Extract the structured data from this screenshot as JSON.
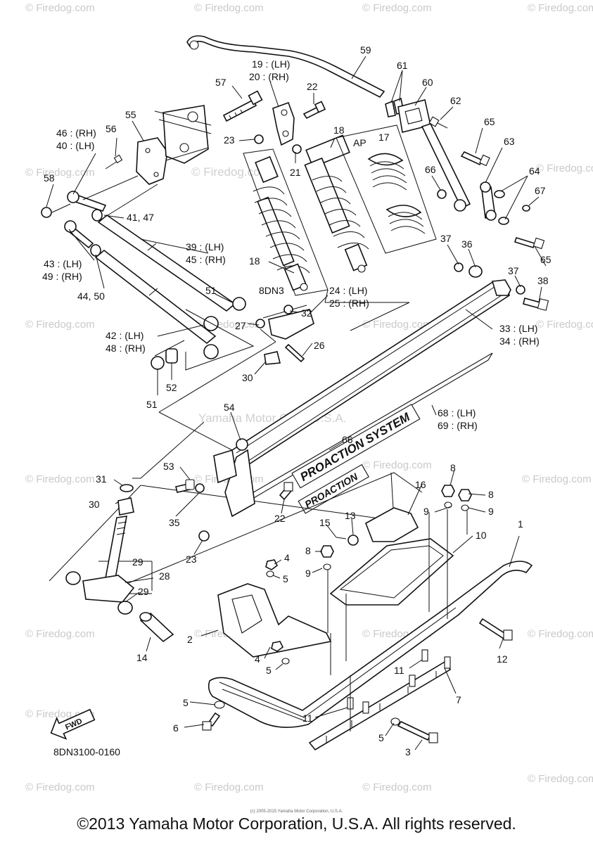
{
  "watermarks": [
    "© Firedog.com",
    "© Firedog.com",
    "© Firedog.com",
    "© Firedog.com",
    "© Firedog.com",
    "© Firedog.com",
    "© Firedog.com",
    "© Firedog.com",
    "© Firedog.com",
    "© Firedog.com",
    "© Firedog.com",
    "© Firedog.com",
    "© Firedog.com",
    "© Firedog.com",
    "© Firedog.com",
    "© Firedog.com",
    "© Firedog.com",
    "© Firedog.com",
    "© Firedog.com",
    "© Firedog.com",
    "© Firedog.com",
    "© Firedog.com",
    "© Firedog.com",
    "© Firedog.com"
  ],
  "center_watermark": "Yamaha Motor Corp. U.S.A.",
  "part_labels": [
    "59",
    "19 : (LH)",
    "20 : (RH)",
    "61",
    "60",
    "62",
    "57",
    "22",
    "18",
    "17",
    "AP",
    "65",
    "63",
    "64",
    "67",
    "66",
    "56",
    "55",
    "46 : (RH)",
    "40 : (LH)",
    "23",
    "21",
    "58",
    "41, 47",
    "39 : (LH)",
    "45 : (RH)",
    "43 : (LH)",
    "49 : (RH)",
    "44, 50",
    "18",
    "8DN3",
    "37",
    "36",
    "37",
    "38",
    "65",
    "51",
    "24 : (LH)",
    "25 : (RH)",
    "32",
    "27",
    "26",
    "33 : (LH)",
    "34 : (RH)",
    "42 : (LH)",
    "48 : (RH)",
    "30",
    "52",
    "51",
    "54",
    "68 : (LH)",
    "69 : (RH)",
    "66",
    "53",
    "31",
    "30",
    "35",
    "22",
    "23",
    "16",
    "8",
    "8",
    "9",
    "9",
    "15",
    "13",
    "10",
    "1",
    "8",
    "9",
    "4",
    "5",
    "29",
    "28",
    "29",
    "2",
    "4",
    "5",
    "14",
    "12",
    "11",
    "7",
    "5",
    "6",
    "11",
    "5",
    "3"
  ],
  "decal_text": "PROACTION SYSTEM",
  "decal_text_2": "PROACTION",
  "fwd_label": "FWD",
  "diagram_code": "8DN3100-0160",
  "tiny_notice": "(c) 2005-2015 Yamaha Motor Corporation, U.S.A.",
  "copyright": "©2013 Yamaha Motor Corporation, U.S.A. All rights reserved."
}
